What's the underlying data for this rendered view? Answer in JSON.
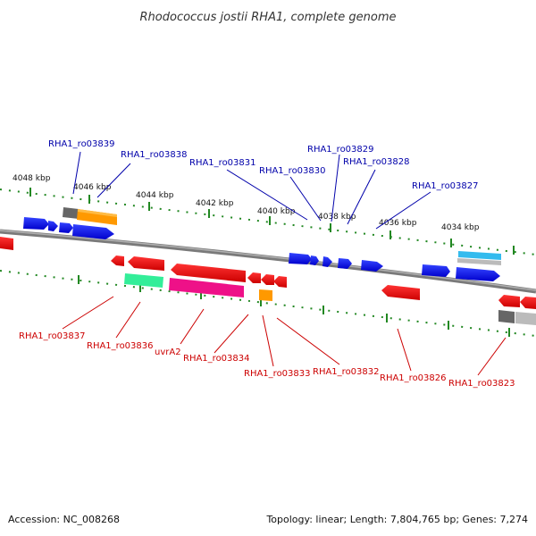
{
  "title": "Rhodococcus jostii RHA1, complete genome",
  "footer": {
    "accession": "Accession: NC_008268",
    "topology": "Topology: linear; Length: 7,804,765 bp; Genes: 7,274"
  },
  "ruler_labels": [
    "4048 kbp",
    "4046 kbp",
    "4044 kbp",
    "4042 kbp",
    "4040 kbp",
    "4038 kbp",
    "4036 kbp",
    "4034 kbp"
  ],
  "top_gene_labels": [
    "RHA1_ro03839",
    "RHA1_ro03838",
    "RHA1_ro03831",
    "RHA1_ro03830",
    "RHA1_ro03829",
    "RHA1_ro03828",
    "RHA1_ro03827"
  ],
  "bottom_gene_labels": [
    "RHA1_ro03837",
    "RHA1_ro03836",
    "uvrA2",
    "RHA1_ro03834",
    "RHA1_ro03833",
    "RHA1_ro03832",
    "RHA1_ro03826",
    "RHA1_ro03823"
  ],
  "colors": {
    "forward_gene": "#0000ee",
    "reverse_gene": "#ee0000",
    "forward_label": "#0000aa",
    "reverse_label": "#cc0000",
    "ruler_tick": "#228822",
    "backbone": "#808080",
    "orange": "#ff9900",
    "teal": "#33ee99",
    "magenta": "#ee1188",
    "cyan": "#33bbee",
    "grey_dark": "#666666",
    "grey_light": "#bbbbbb"
  }
}
